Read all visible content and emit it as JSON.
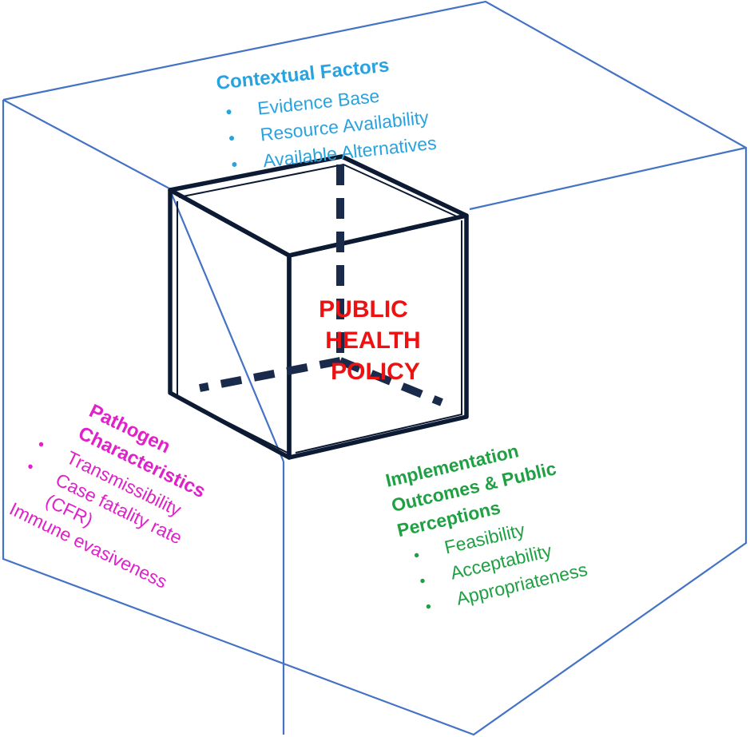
{
  "colors": {
    "outer_edge": "#4472c4",
    "inner_edge": "#0d1a33",
    "dash": "#1a2a4a",
    "contextual": "#29a3e0",
    "pathogen": "#e020c8",
    "implementation": "#1ea043",
    "center": "#ee1111"
  },
  "contextual": {
    "title": "Contextual Factors",
    "items": [
      "Evidence Base",
      "Resource Availability",
      "Available Alternatives"
    ]
  },
  "center": {
    "lines": [
      "PUBLIC",
      "HEALTH",
      "POLICY"
    ]
  },
  "pathogen": {
    "title_lines": [
      "Pathogen",
      "Characteristics"
    ],
    "items": [
      "Transmissibility",
      "Case fatality rate",
      "(CFR)",
      "Immune evasiveness"
    ]
  },
  "implementation": {
    "title_lines": [
      "Implementation",
      "Outcomes & Public",
      "Perceptions"
    ],
    "items": [
      "Feasibility",
      "Acceptability",
      "Appropriateness"
    ]
  }
}
